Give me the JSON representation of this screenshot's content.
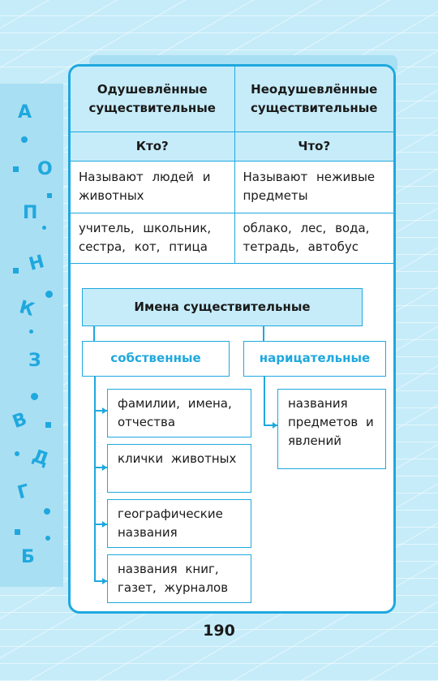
{
  "side_letters": [
    "А",
    "О",
    "П",
    "Н",
    "К",
    "З",
    "В",
    "Д",
    "Г",
    "Б"
  ],
  "table": {
    "headers": [
      "Одушевлённые существительные",
      "Неодушевлённые существительные"
    ],
    "questions": [
      "Кто?",
      "Что?"
    ],
    "descriptions": [
      "Называют людей и животных",
      "Называют неживые предметы"
    ],
    "examples": [
      "учитель, школьник, сестра, кот, птица",
      "облако, лес, вода, тетрадь, автобус"
    ]
  },
  "diagram": {
    "root": "Имена существительные",
    "proper": {
      "label": "собственные",
      "items": [
        "фамилии, имена, отчества",
        "клички животных",
        "географические названия",
        "названия книг, газет, журналов"
      ]
    },
    "common": {
      "label": "нарицательные",
      "items": [
        "названия предметов и явлений"
      ]
    }
  },
  "page_number": "190",
  "colors": {
    "accent": "#1fa8de",
    "light": "#c6ecf9",
    "strip": "#a9dff3"
  }
}
